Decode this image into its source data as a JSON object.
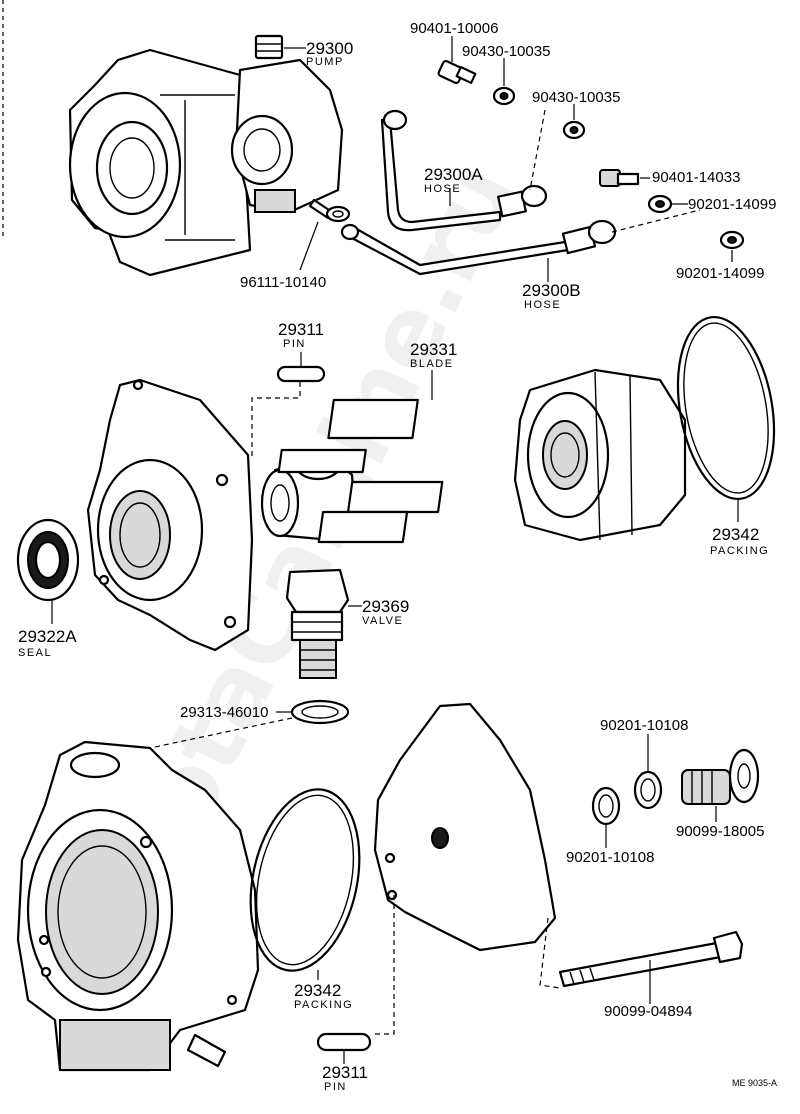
{
  "watermark": "ToyotaCaMine.ru",
  "reference_code": "ME  9035-A",
  "labels": {
    "p29300": "29300",
    "p29300_desc": "PUMP",
    "p90401_10006": "90401-10006",
    "p90430_10035_a": "90430-10035",
    "p90430_10035_b": "90430-10035",
    "p29300A": "29300A",
    "p29300A_desc": "HOSE",
    "p90401_14033": "90401-14033",
    "p90201_14099_a": "90201-14099",
    "p90201_14099_b": "90201-14099",
    "p96111_10140": "96111-10140",
    "p29300B": "29300B",
    "p29300B_desc": "HOSE",
    "p29311_top": "29311",
    "p29311_top_desc": "PIN",
    "p29331": "29331",
    "p29331_desc": "BLADE",
    "p29342_top": "29342",
    "p29342_top_desc": "PACKING",
    "p29322A": "29322A",
    "p29322A_desc": "SEAL",
    "p29369": "29369",
    "p29369_desc": "VALVE",
    "p29313_46010": "29313-46010",
    "p90201_10108_a": "90201-10108",
    "p90201_10108_b": "90201-10108",
    "p90099_18005": "90099-18005",
    "p29342_bot": "29342",
    "p29342_bot_desc": "PACKING",
    "p90099_04894": "90099-04894",
    "p29311_bot": "29311",
    "p29311_bot_desc": "PIN"
  }
}
